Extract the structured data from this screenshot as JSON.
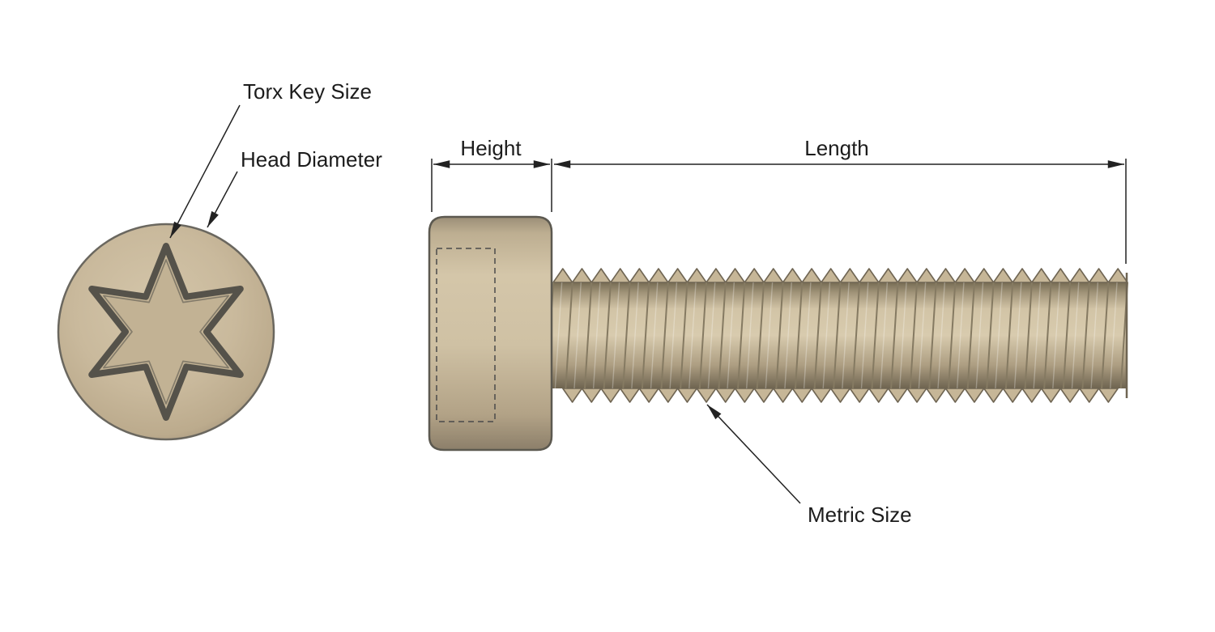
{
  "diagram": {
    "title": "Torx socket head cap screw dimension diagram",
    "labels": {
      "torx_key_size": "Torx Key Size",
      "head_diameter": "Head Diameter",
      "height": "Height",
      "length": "Length",
      "metric_size": "Metric Size"
    },
    "colors": {
      "body_tan": "#c9b99c",
      "body_tan_dark": "#8f8066",
      "socket_tan": "#c2b294",
      "outline": "#5c5950",
      "thread_line": "#6f6553",
      "annotation_line": "#222222",
      "text": "#1c1c1c",
      "background": "#ffffff"
    }
  }
}
